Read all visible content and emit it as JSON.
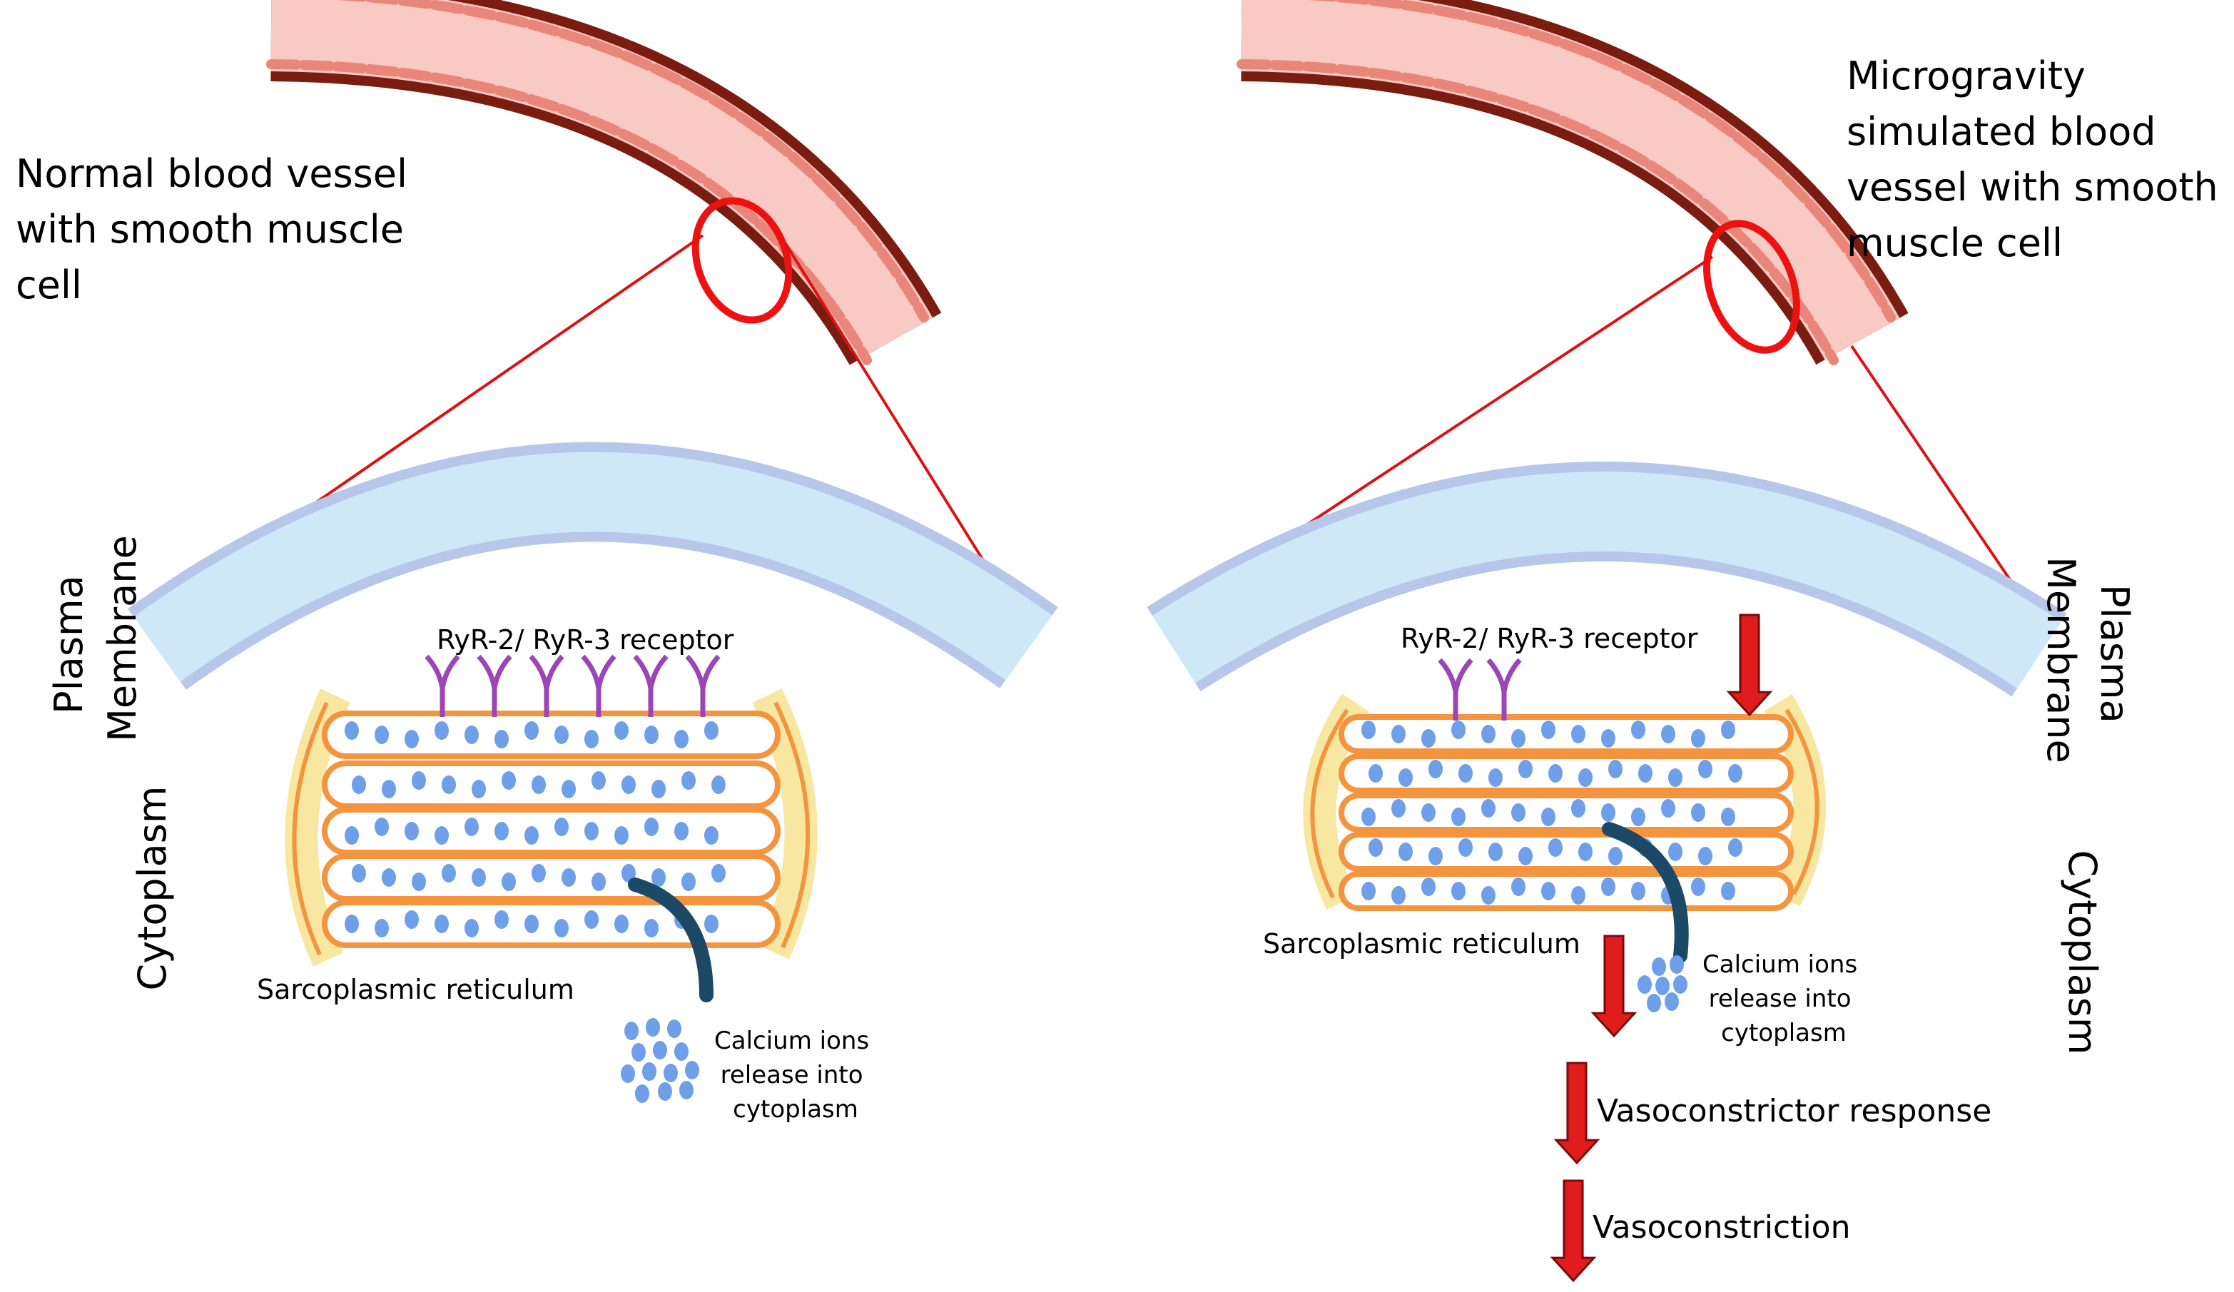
{
  "colors": {
    "vessel_outer": "#7a1c10",
    "vessel_fill": "#f9c9c4",
    "vessel_cells": "#e9867a",
    "magnifier": "#ee1111",
    "zoom_line": "#dd1111",
    "membrane": "#cfe8f7",
    "membrane_edge": "#b6c7ea",
    "sr_tube": "#f4943f",
    "sr_fill": "#ffffff",
    "sr_cap": "#f7e7a0",
    "calcium": "#6f9fe8",
    "receptor": "#9b46b6",
    "channel_arrow": "#1c4a66",
    "down_arrow": "#e01c1c",
    "down_arrow_edge": "#7a0a0a"
  },
  "left_panel": {
    "title_lines": [
      "Normal blood vessel",
      "with smooth muscle",
      "cell"
    ],
    "membrane_label_lines": [
      "Plasma",
      "Membrane"
    ],
    "cytoplasm_label": "Cytoplasm",
    "receptor_label": "RyR-2/ RyR-3 receptor",
    "receptor_count": 6,
    "sr_label": "Sarcoplasmic reticulum",
    "release_lines": [
      "Calcium ions",
      "release into",
      "cytoplasm"
    ]
  },
  "right_panel": {
    "title_lines": [
      "Microgravity",
      "simulated blood",
      "vessel with smooth",
      "muscle cell"
    ],
    "membrane_label_lines": [
      "Plasma",
      "Membrane"
    ],
    "cytoplasm_label": "Cytoplasm",
    "receptor_label": "RyR-2/ RyR-3 receptor",
    "receptor_count": 2,
    "sr_label": "Sarcoplasmic reticulum",
    "release_lines": [
      "Calcium ions",
      "release into",
      "cytoplasm"
    ],
    "response_steps": [
      "Vasoconstrictor response",
      "Vasoconstriction"
    ]
  }
}
